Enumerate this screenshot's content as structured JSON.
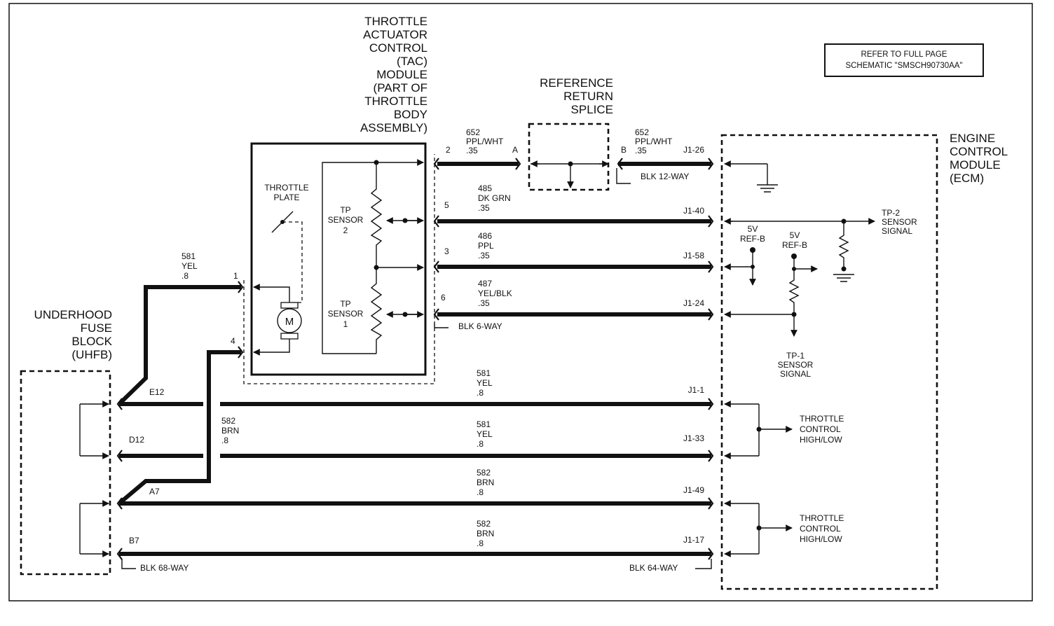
{
  "note": {
    "line1": "REFER TO FULL PAGE",
    "line2": "SCHEMATIC \"SMSCH90730AA\""
  },
  "tac": {
    "lines": [
      "THROTTLE",
      "ACTUATOR",
      "CONTROL",
      "(TAC)",
      "MODULE",
      "(PART OF",
      "THROTTLE",
      "BODY",
      "ASSEMBLY)"
    ]
  },
  "splice": {
    "lines": [
      "REFERENCE",
      "RETURN",
      "SPLICE"
    ]
  },
  "ecm": {
    "lines": [
      "ENGINE",
      "CONTROL",
      "MODULE",
      "(ECM)"
    ]
  },
  "uhfb": {
    "lines": [
      "UNDERHOOD",
      "FUSE",
      "BLOCK",
      "(UHFB)"
    ]
  },
  "throttle_plate": {
    "lines": [
      "THROTTLE",
      "PLATE"
    ]
  },
  "tp2": {
    "lines": [
      "TP",
      "SENSOR",
      "2"
    ]
  },
  "tp1": {
    "lines": [
      "TP",
      "SENSOR",
      "1"
    ]
  },
  "motor": "M",
  "tac_pins": {
    "p2": "2",
    "p5": "5",
    "p3": "3",
    "p6": "6",
    "p1": "1",
    "p4": "4"
  },
  "splice_pins": {
    "a": "A",
    "b": "B"
  },
  "connectors": {
    "blk12": "BLK 12-WAY",
    "blk6": "BLK 6-WAY",
    "blk68": "BLK 68-WAY",
    "blk64": "BLK 64-WAY"
  },
  "wires": {
    "w652a": [
      "652",
      "PPL/WHT",
      ".35"
    ],
    "w652b": [
      "652",
      "PPL/WHT",
      ".35"
    ],
    "w485": [
      "485",
      "DK GRN",
      ".35"
    ],
    "w486": [
      "486",
      "PPL",
      ".35"
    ],
    "w487": [
      "487",
      "YEL/BLK",
      ".35"
    ],
    "w581a": [
      "581",
      "YEL",
      ".8"
    ],
    "w581b": [
      "581",
      "YEL",
      ".8"
    ],
    "w581c": [
      "581",
      "YEL",
      ".8"
    ],
    "w582a": [
      "582",
      "BRN",
      ".8"
    ],
    "w582b": [
      "582",
      "BRN",
      ".8"
    ],
    "w582c": [
      "582",
      "BRN",
      ".8"
    ]
  },
  "ecm_pins": {
    "j126": "J1-26",
    "j140": "J1-40",
    "j158": "J1-58",
    "j124": "J1-24",
    "j11": "J1-1",
    "j133": "J1-33",
    "j149": "J1-49",
    "j117": "J1-17"
  },
  "fuse_pins": {
    "e12": "E12",
    "d12": "D12",
    "a7": "A7",
    "b7": "B7"
  },
  "signals": {
    "tp2": [
      "TP-2",
      "SENSOR",
      "SIGNAL"
    ],
    "tp1": [
      "TP-1",
      "SENSOR",
      "SIGNAL"
    ],
    "ref1": [
      "5V",
      "REF-B"
    ],
    "ref2": [
      "5V",
      "REF-B"
    ],
    "tc1": [
      "THROTTLE",
      "CONTROL",
      "HIGH/LOW"
    ],
    "tc2": [
      "THROTTLE",
      "CONTROL",
      "HIGH/LOW"
    ]
  }
}
